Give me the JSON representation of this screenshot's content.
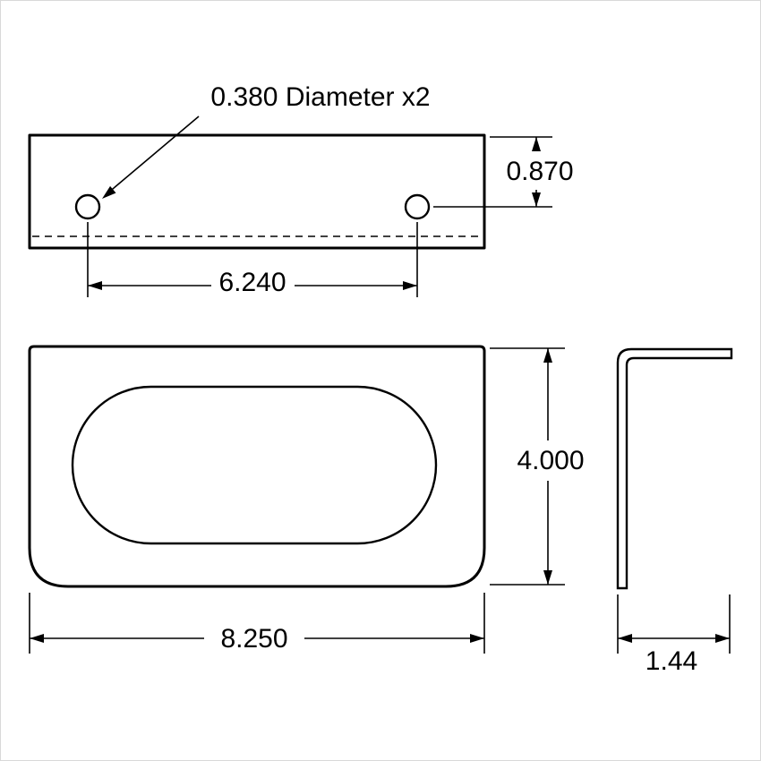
{
  "page": {
    "background_color": "#ffffff",
    "line_color": "#000000"
  },
  "top_view": {
    "hole_callout": "0.380 Diameter x2",
    "flange_height_dim": "0.870",
    "hole_spacing_dim": "6.240"
  },
  "front_view": {
    "height_dim": "4.000",
    "width_dim": "8.250"
  },
  "side_view": {
    "depth_dim": "1.44"
  }
}
